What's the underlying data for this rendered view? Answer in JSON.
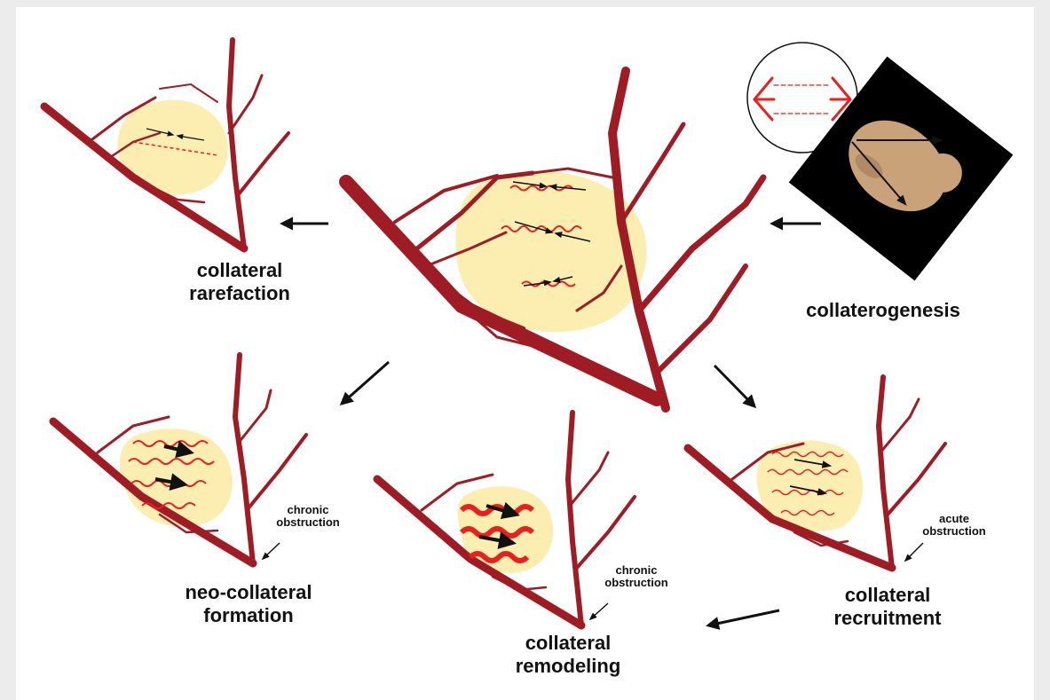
{
  "labels": {
    "collateral_rarefaction": [
      "collateral",
      "rarefaction"
    ],
    "collaterogenesis": "collaterogenesis",
    "neo_collateral_formation": [
      "neo-collateral",
      "formation"
    ],
    "collateral_remodeling": [
      "collateral",
      "remodeling"
    ],
    "collateral_recruitment": [
      "collateral",
      "recruitment"
    ],
    "chronic_obstruction_left": [
      "chronic",
      "obstruction"
    ],
    "chronic_obstruction_middle": [
      "chronic",
      "obstruction"
    ],
    "acute_obstruction": [
      "acute",
      "obstruction"
    ]
  },
  "colors": {
    "vessel": "#a01c24",
    "collateral": "#e8201e",
    "tissue": "#fbeeb0",
    "embryo": "#c9a27a",
    "arrow": "#111111"
  }
}
